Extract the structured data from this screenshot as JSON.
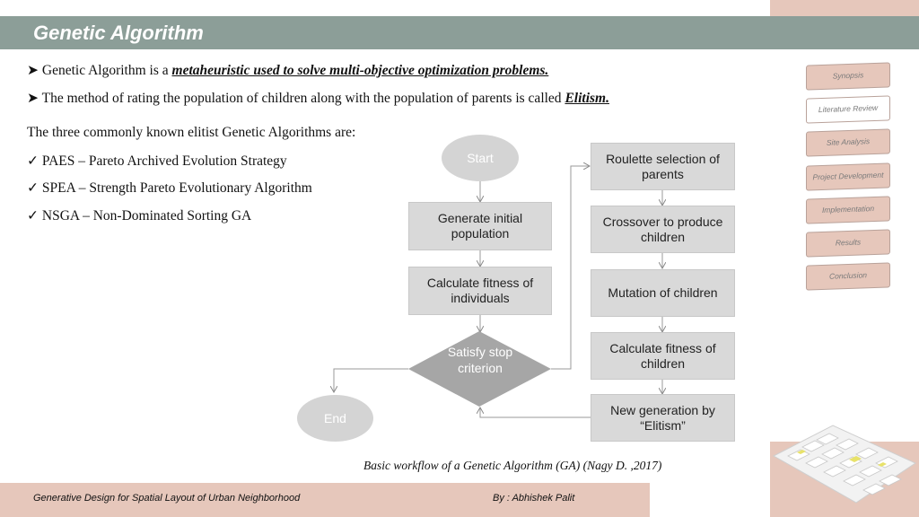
{
  "header": {
    "title": "Genetic Algorithm"
  },
  "bullets": [
    {
      "prefix": "Genetic Algorithm is a ",
      "emphasis": "metaheuristic used to solve multi-objective optimization problems."
    },
    {
      "prefix": "The method of rating the population of children along with the population of parents is called ",
      "emphasis": "Elitism."
    }
  ],
  "intro": "The three commonly known elitist Genetic Algorithms are:",
  "algorithms": [
    "PAES – Pareto Archived Evolution Strategy",
    "SPEA – Strength Pareto Evolutionary Algorithm",
    "NSGA – Non-Dominated Sorting GA"
  ],
  "flowchart": {
    "start": "Start",
    "end": "End",
    "generate": "Generate initial population",
    "fitness1": "Calculate fitness of individuals",
    "decision": "Satisfy stop criterion",
    "roulette": "Roulette selection of parents",
    "crossover": "Crossover to produce children",
    "mutation": "Mutation of children",
    "fitness2": "Calculate fitness of children",
    "newgen": "New generation by “Elitism”"
  },
  "caption": "Basic workflow of a Genetic Algorithm (GA) (Nagy D. ,2017)",
  "footer": {
    "left": "Generative Design for Spatial Layout of Urban Neighborhood",
    "right": "By : Abhishek Palit"
  },
  "nav": [
    "Synopsis",
    "Literature Review",
    "Site Analysis",
    "Project Development",
    "Implementation",
    "Results",
    "Conclusion"
  ],
  "colors": {
    "title_bar": "#8c9e98",
    "panel": "#e6c7bb",
    "box": "#d9d9d9",
    "decision": "#a6a6a6"
  }
}
